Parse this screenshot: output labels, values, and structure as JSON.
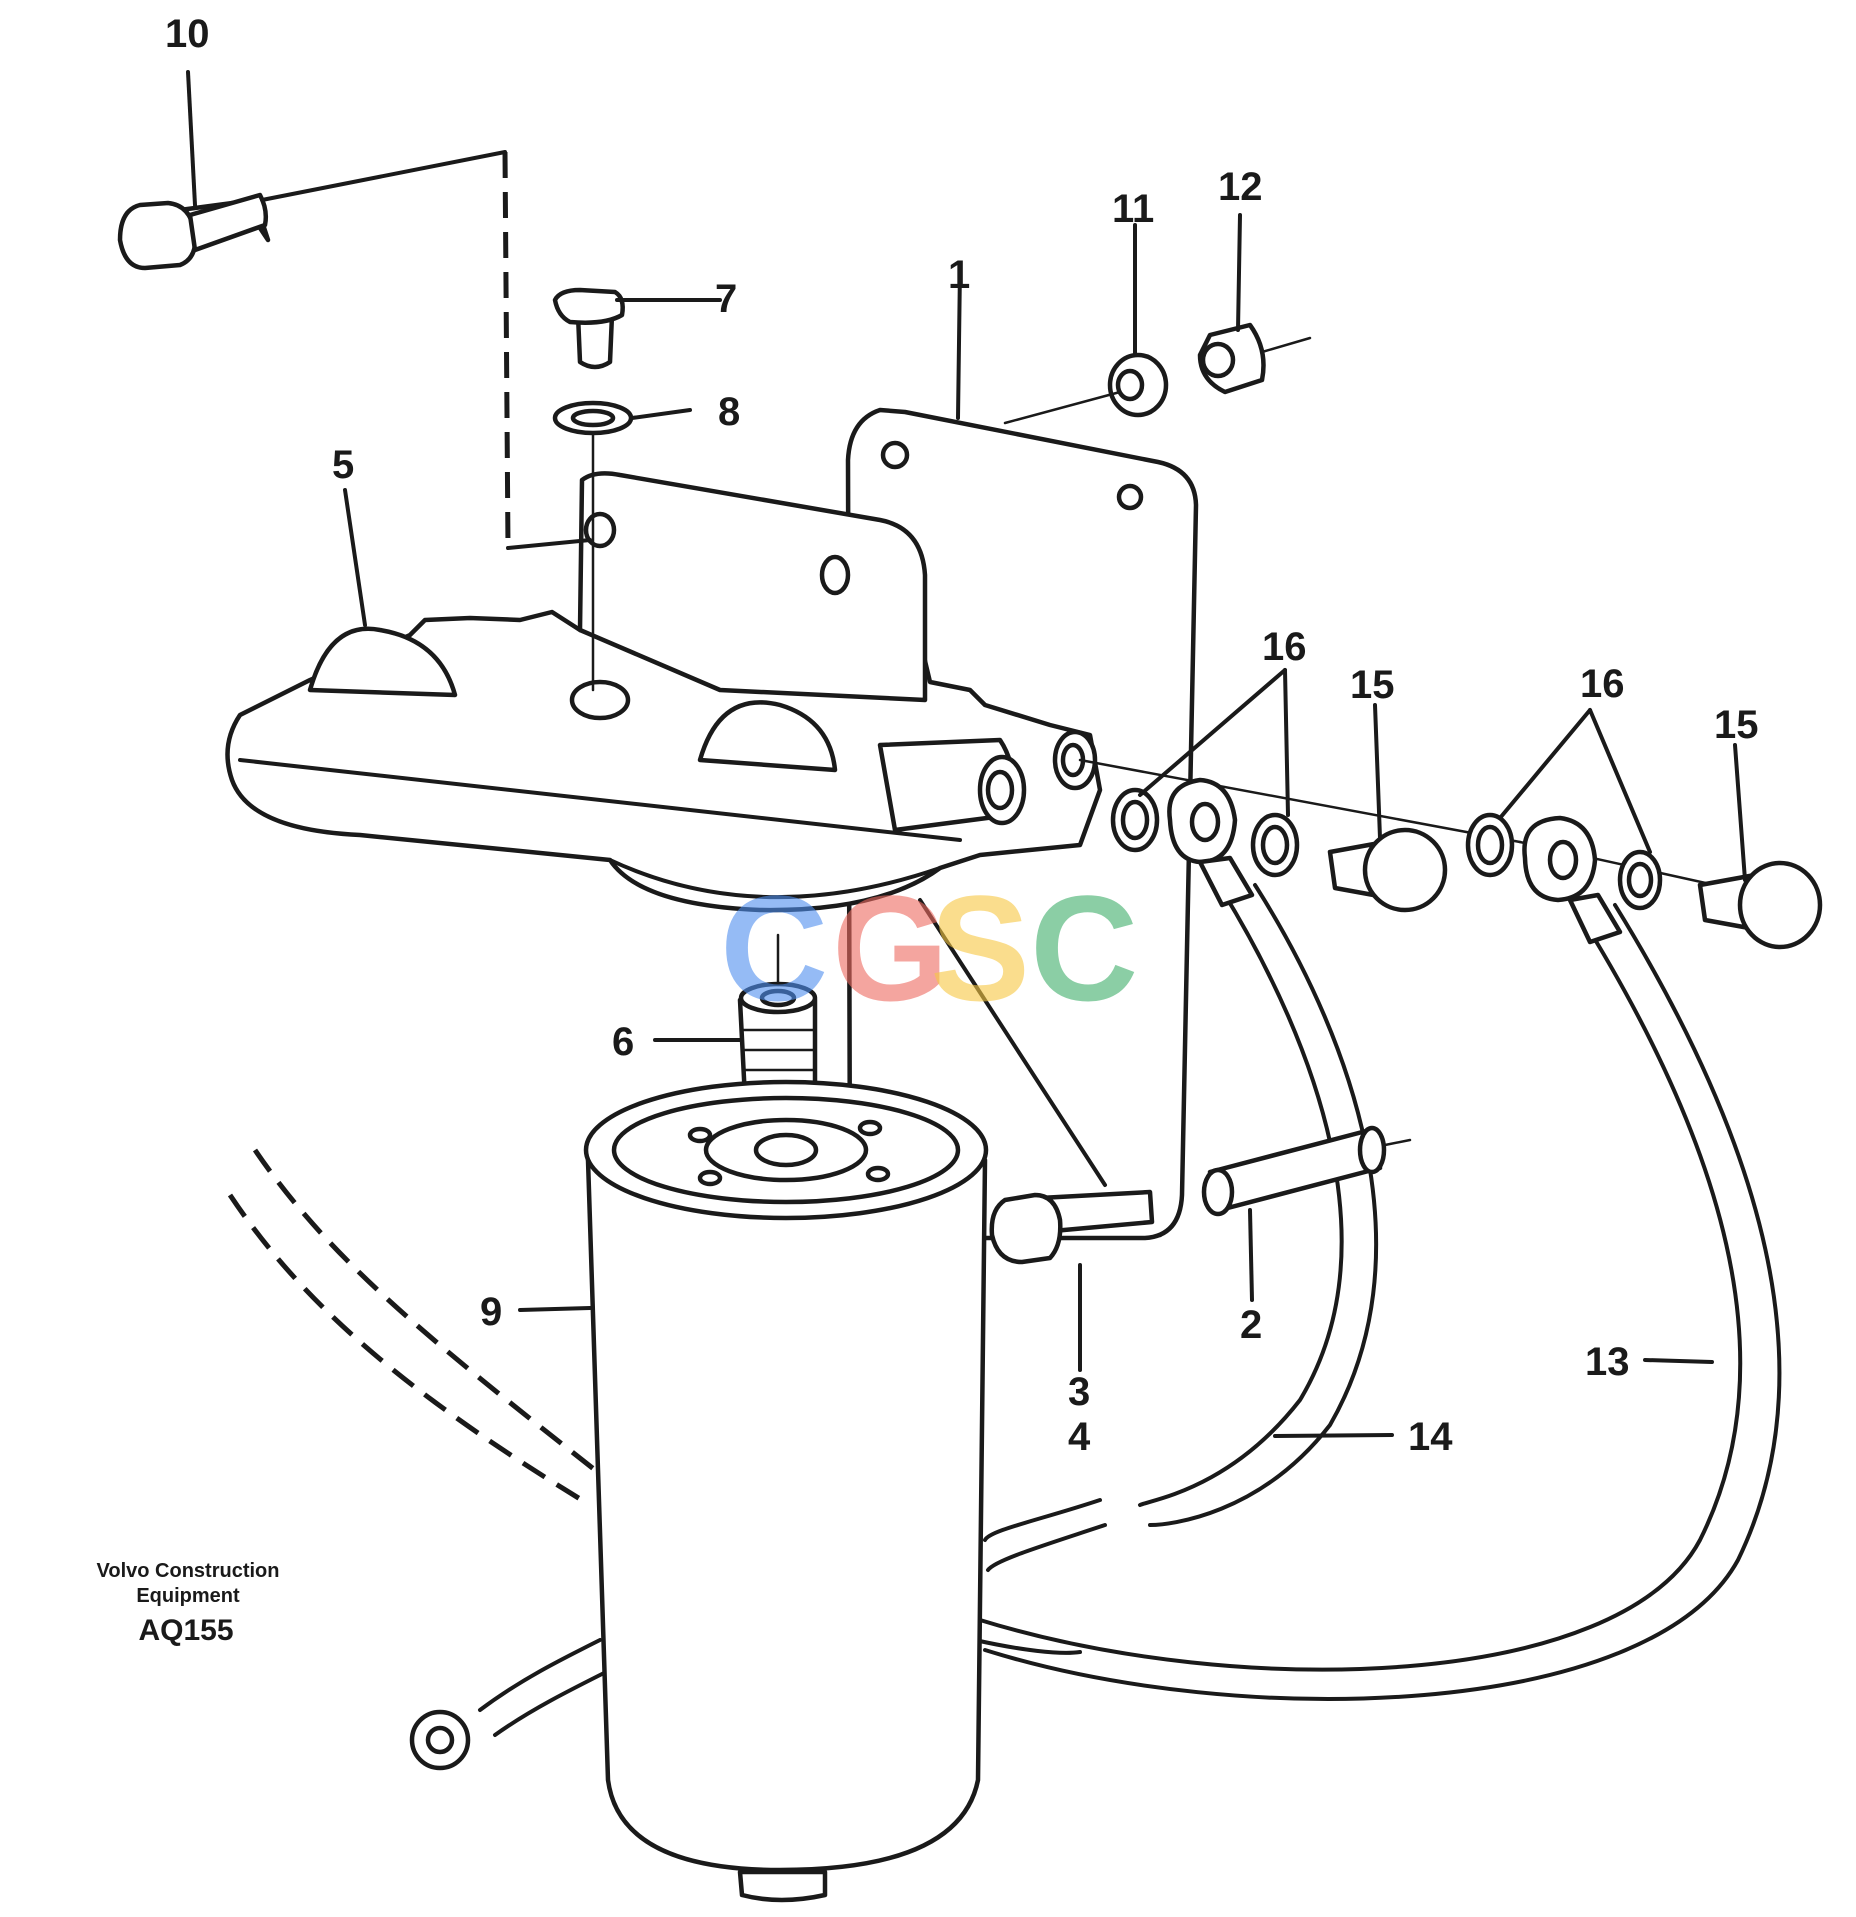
{
  "caption": {
    "line1": "Volvo Construction",
    "line2": "Equipment",
    "code": "AQ155"
  },
  "watermark": {
    "letters": [
      "C",
      "G",
      "S",
      "C"
    ],
    "colors": [
      "#4f8ff0",
      "#ee6a60",
      "#f7c843",
      "#3fae6a"
    ]
  },
  "callouts": {
    "c1": "1",
    "c2": "2",
    "c3": "3",
    "c4": "4",
    "c5": "5",
    "c6": "6",
    "c7": "7",
    "c8": "8",
    "c9": "9",
    "c10": "10",
    "c11": "11",
    "c12": "12",
    "c13": "13",
    "c14": "14",
    "c15a": "15",
    "c15b": "15",
    "c16a": "16",
    "c16b": "16"
  }
}
